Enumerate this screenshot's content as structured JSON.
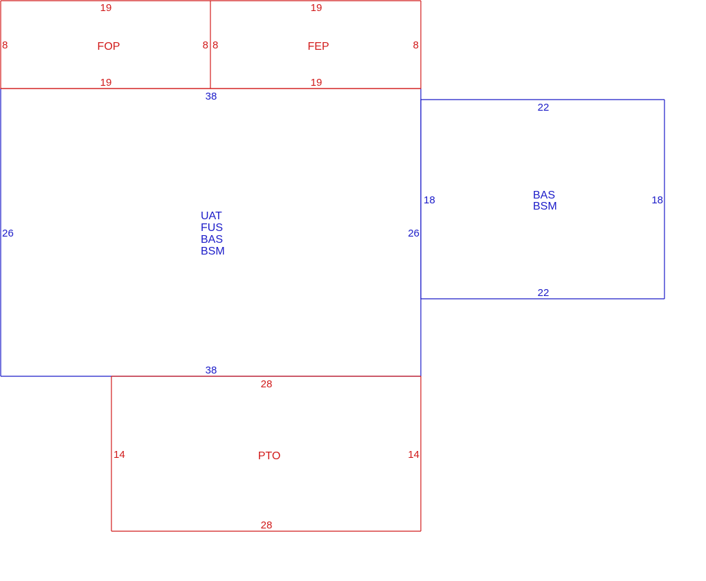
{
  "colors": {
    "red": "#d11a1a",
    "blue": "#1a1ac8"
  },
  "areas": {
    "fop": {
      "labels": [
        "FOP"
      ],
      "color": "red",
      "dims": {
        "top": "19",
        "bottom": "19",
        "left": "8",
        "right": "8"
      }
    },
    "fep": {
      "labels": [
        "FEP"
      ],
      "color": "red",
      "dims": {
        "top": "19",
        "bottom": "19",
        "left": "8",
        "right": "8"
      }
    },
    "main": {
      "labels": [
        "UAT",
        "FUS",
        "BAS",
        "BSM"
      ],
      "color": "blue",
      "dims": {
        "top": "38",
        "bottom": "38",
        "left": "26",
        "right": "26"
      }
    },
    "wing": {
      "labels": [
        "BAS",
        "BSM"
      ],
      "color": "blue",
      "dims": {
        "top": "22",
        "bottom": "22",
        "left": "18",
        "right": "18"
      }
    },
    "pto": {
      "labels": [
        "PTO"
      ],
      "color": "red",
      "dims": {
        "top": "28",
        "bottom": "28",
        "left": "14",
        "right": "14"
      }
    }
  }
}
